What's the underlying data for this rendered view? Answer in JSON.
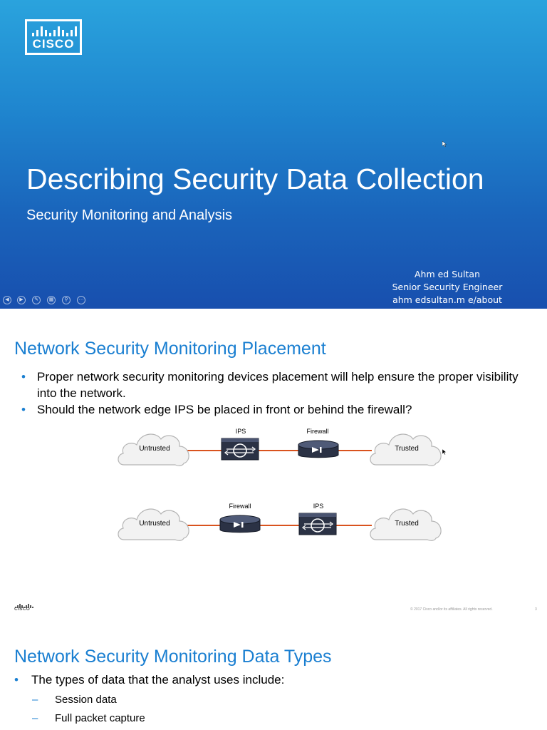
{
  "title_slide": {
    "logo_text": "CISCO",
    "title": "Describing Security Data Collection",
    "subtitle": "Security Monitoring and Analysis",
    "presenter": {
      "name": "Ahm ed Sultan",
      "role": "Senior Security Engineer",
      "website": "ahm edsultan.m e/about"
    },
    "controls": [
      "previous-icon",
      "next-icon",
      "pen-icon",
      "slides-icon",
      "zoom-icon",
      "more-icon"
    ],
    "colors": {
      "background_top": "#2aa3dd",
      "background_bottom": "#184fae",
      "text": "#ffffff"
    }
  },
  "slide_two": {
    "heading": "Network Security Monitoring Placement",
    "bullets": [
      "Proper network security monitoring devices placement will help ensure the proper visibility into the network.",
      "Should the network edge IPS be placed in front or behind the firewall?"
    ],
    "diagram": {
      "row1": {
        "left_cloud": "Untrusted",
        "device1": "IPS",
        "device2": "Firewall",
        "right_cloud": "Trusted"
      },
      "row2": {
        "left_cloud": "Untrusted",
        "device1": "Firewall",
        "device2": "IPS",
        "right_cloud": "Trusted"
      },
      "link_color": "#d9531e"
    },
    "footer": {
      "logo_text": "CISCO",
      "copyright": "© 2017  Cisco and/or its affiliates. All rights reserved.",
      "page_number": "3"
    },
    "colors": {
      "heading": "#1a7fd1",
      "bullet": "#1a7fd1"
    }
  },
  "slide_three": {
    "heading": "Network Security Monitoring Data Types",
    "bullet": "The types of data that the analyst uses include:",
    "sub_items": [
      "Session data",
      "Full packet capture"
    ]
  }
}
